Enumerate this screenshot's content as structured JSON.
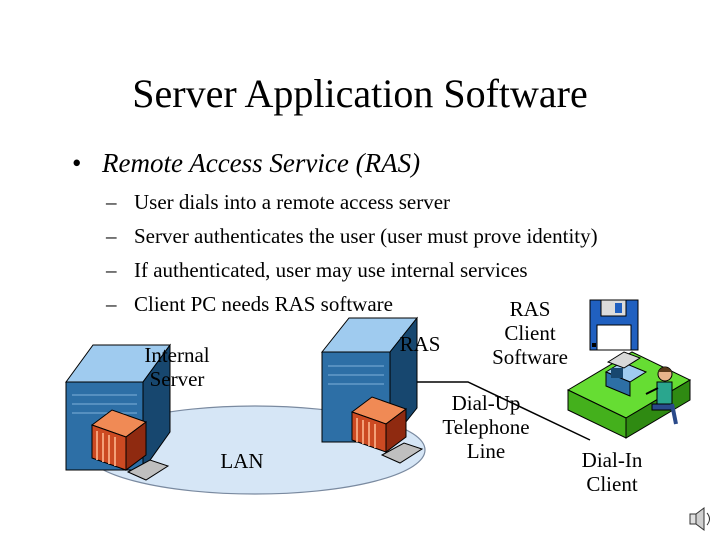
{
  "slide": {
    "title": "Server Application Software",
    "bullet": {
      "marker": "•",
      "text": "Remote Access Service (RAS)"
    },
    "subbullets": [
      {
        "marker": "–",
        "text": "User dials into a remote access server"
      },
      {
        "marker": "–",
        "text": "Server authenticates the user (user must prove identity)"
      },
      {
        "marker": "–",
        "text": "If authenticated, user may use internal services"
      },
      {
        "marker": "–",
        "text": "Client PC needs RAS software"
      }
    ]
  },
  "diagram": {
    "labels": {
      "internal_server": [
        "Internal",
        "Server"
      ],
      "ras": "RAS",
      "ras_client_software": [
        "RAS",
        "Client",
        "Software"
      ],
      "dial_up_line": [
        "Dial-Up",
        "Telephone",
        "Line"
      ],
      "lan": "LAN",
      "dial_in_client": [
        "Dial-In",
        "Client"
      ]
    },
    "icons": [
      "server-tower-icon",
      "crt-monitor-icon",
      "keyboard-icon",
      "floppy-disk-icon",
      "desk-workstation-icon",
      "person-icon",
      "speaker-icon"
    ],
    "colors": {
      "lan_fill": "#d6e6f6",
      "server_body": "#2d6fa6",
      "monitor": "#cc4a22",
      "desk": "#66dd33",
      "floppy": "#2060c0"
    }
  }
}
